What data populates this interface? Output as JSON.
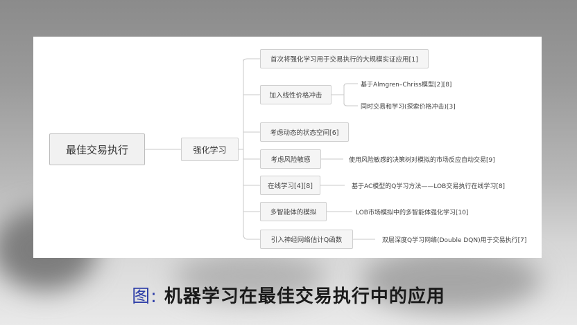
{
  "root": "最佳交易执行",
  "mid": "强化学习",
  "branches": [
    "首次将强化学习用于交易执行的大规模实证应用[1]",
    "加入线性价格冲击",
    "考虑动态的状态空间[6]",
    "考虑风险敏感",
    "在线学习[4][8]",
    "多智能体的模拟",
    "引入神经网络估计Q函数"
  ],
  "leaves": [
    "基于Almgren–Chriss模型[2][8]",
    "同时交易和学习(探索价格冲击)[3]",
    "使用风险敏感的决策树对模拟的市场反应自动交易[9]",
    "基于AC模型的Q学习方法——LOB交易执行在线学习[8]",
    "LOB市场模拟中的多智能体强化学习[10]",
    "双层深度Q学习网络(Double DQN)用于交易执行[7]"
  ],
  "caption": {
    "label": "图",
    "sep": ":",
    "text": " 机器学习在最佳交易执行中的应用"
  }
}
